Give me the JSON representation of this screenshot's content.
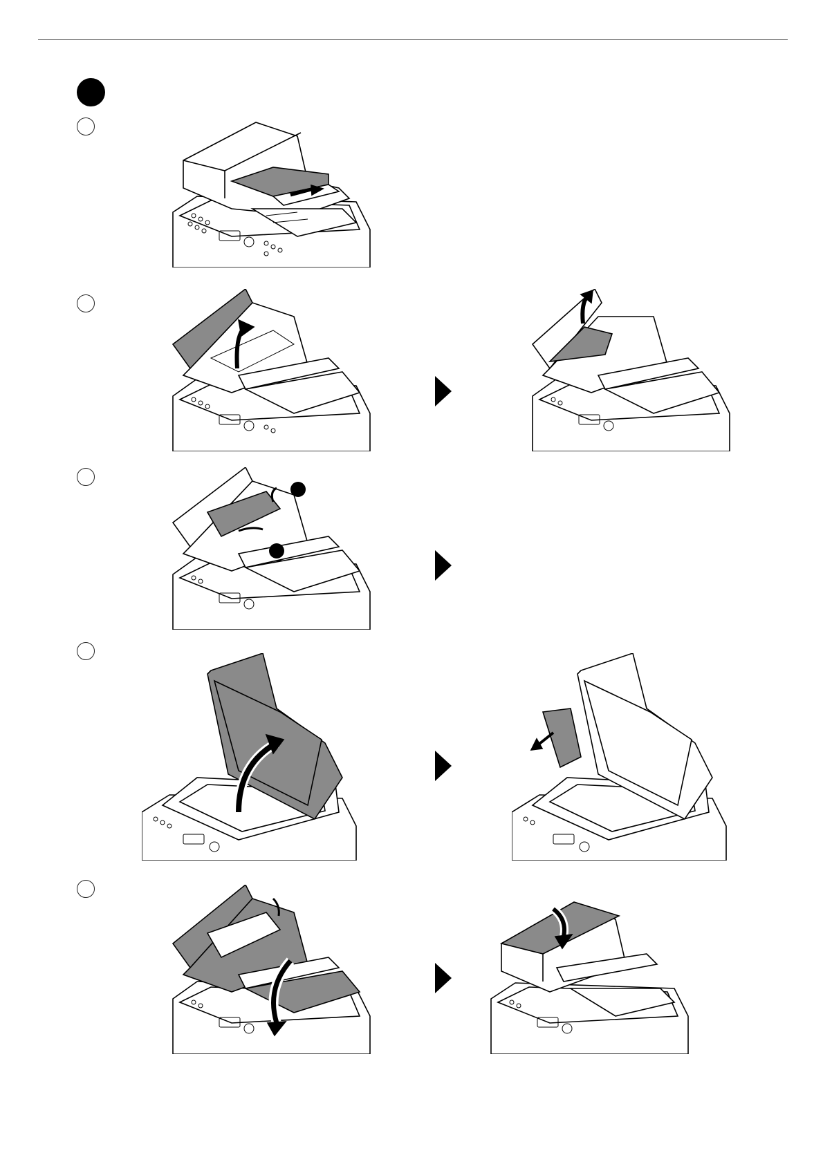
{
  "page": {
    "steps": [
      {
        "id": 1,
        "illustrations": [
          "adf-pull-document-out"
        ]
      },
      {
        "id": 2,
        "illustrations": [
          "adf-open-cover",
          "adf-remove-jammed-paper"
        ]
      },
      {
        "id": 3,
        "illustrations": [
          "adf-open-inner-guide-callouts"
        ]
      },
      {
        "id": 4,
        "illustrations": [
          "scanner-lid-open",
          "scanner-lid-remove-paper"
        ]
      },
      {
        "id": 5,
        "illustrations": [
          "adf-close-cover-and-guide",
          "adf-closed"
        ]
      }
    ],
    "colors": {
      "ink": "#000000",
      "shade": "#8a8a8a",
      "paper": "#ffffff"
    }
  }
}
